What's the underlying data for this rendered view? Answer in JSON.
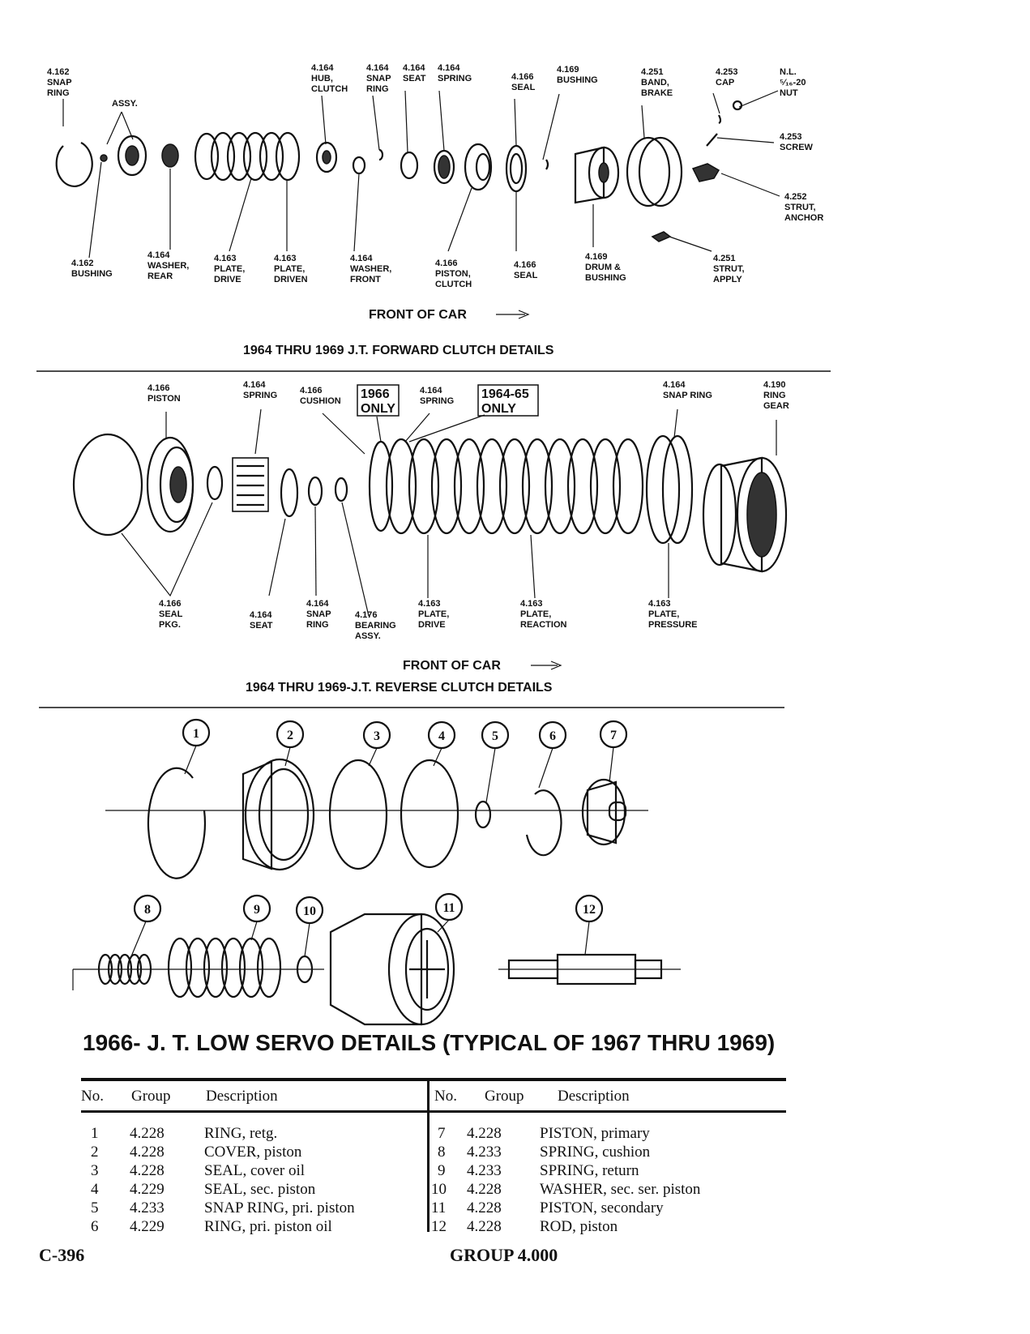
{
  "forward_clutch": {
    "caption": "1964 THRU 1969 J.T. FORWARD CLUTCH DETAILS",
    "front_of_car": "FRONT OF CAR",
    "labels_top": [
      {
        "lines": [
          "4.162",
          "SNAP",
          "RING"
        ]
      },
      {
        "lines": [
          "ASSY."
        ]
      },
      {
        "lines": [
          "4.164",
          "HUB,",
          "CLUTCH"
        ]
      },
      {
        "lines": [
          "4.164",
          "SNAP",
          "RING"
        ]
      },
      {
        "lines": [
          "4.164",
          "SEAT"
        ]
      },
      {
        "lines": [
          "4.164",
          "SPRING"
        ]
      },
      {
        "lines": [
          "4.166",
          "SEAL"
        ]
      },
      {
        "lines": [
          "4.169",
          "BUSHING"
        ]
      },
      {
        "lines": [
          "4.251",
          "BAND,",
          "BRAKE"
        ]
      },
      {
        "lines": [
          "4.253",
          "CAP"
        ]
      },
      {
        "lines": [
          "N.L.",
          "⁵⁄₁₆-20",
          "NUT"
        ]
      },
      {
        "lines": [
          "4.253",
          "SCREW"
        ]
      },
      {
        "lines": [
          "4.252",
          "STRUT,",
          "ANCHOR"
        ]
      }
    ],
    "labels_bottom": [
      {
        "lines": [
          "4.162",
          "BUSHING"
        ]
      },
      {
        "lines": [
          "4.164",
          "WASHER,",
          "REAR"
        ]
      },
      {
        "lines": [
          "4.163",
          "PLATE,",
          "DRIVE"
        ]
      },
      {
        "lines": [
          "4.163",
          "PLATE,",
          "DRIVEN"
        ]
      },
      {
        "lines": [
          "4.164",
          "WASHER,",
          "FRONT"
        ]
      },
      {
        "lines": [
          "4.166",
          "PISTON,",
          "CLUTCH"
        ]
      },
      {
        "lines": [
          "4.166",
          "SEAL"
        ]
      },
      {
        "lines": [
          "4.169",
          "DRUM &",
          "BUSHING"
        ]
      },
      {
        "lines": [
          "4.251",
          "STRUT,",
          "APPLY"
        ]
      }
    ]
  },
  "reverse_clutch": {
    "caption": "1964 THRU 1969-J.T. REVERSE CLUTCH DETAILS",
    "front_of_car": "FRONT OF CAR",
    "labels_top": [
      {
        "lines": [
          "4.166",
          "PISTON"
        ]
      },
      {
        "lines": [
          "4.164",
          "SPRING"
        ]
      },
      {
        "lines": [
          "4.166",
          "CUSHION"
        ]
      },
      {
        "lines": [
          "4.164",
          "SPRING"
        ]
      },
      {
        "lines": [
          "4.164",
          "SNAP RING"
        ]
      },
      {
        "lines": [
          "4.190",
          "RING",
          "GEAR"
        ]
      }
    ],
    "boxed": [
      {
        "lines": [
          "1966",
          "ONLY"
        ]
      },
      {
        "lines": [
          "1964-65",
          "ONLY"
        ]
      }
    ],
    "labels_bottom": [
      {
        "lines": [
          "4.166",
          "SEAL",
          "PKG."
        ]
      },
      {
        "lines": [
          "4.164",
          "SEAT"
        ]
      },
      {
        "lines": [
          "4.164",
          "SNAP",
          "RING"
        ]
      },
      {
        "lines": [
          "4.176",
          "BEARING",
          "ASSY."
        ]
      },
      {
        "lines": [
          "4.163",
          "PLATE,",
          "DRIVE"
        ]
      },
      {
        "lines": [
          "4.163",
          "PLATE,",
          "REACTION"
        ]
      },
      {
        "lines": [
          "4.163",
          "PLATE,",
          "PRESSURE"
        ]
      }
    ]
  },
  "low_servo": {
    "caption": "1966- J. T. LOW SERVO DETAILS (TYPICAL OF 1967 THRU 1969)",
    "callouts": [
      "1",
      "2",
      "3",
      "4",
      "5",
      "6",
      "7",
      "8",
      "9",
      "10",
      "11",
      "12"
    ]
  },
  "parts_table": {
    "headers": [
      "No.",
      "Group",
      "Description",
      "No.",
      "Group",
      "Description"
    ],
    "rows": [
      {
        "no_l": "1",
        "group_l": "4.228",
        "desc_l": "RING, retg.",
        "no_r": "7",
        "group_r": "4.228",
        "desc_r": "PISTON, primary"
      },
      {
        "no_l": "2",
        "group_l": "4.228",
        "desc_l": "COVER, piston",
        "no_r": "8",
        "group_r": "4.233",
        "desc_r": "SPRING, cushion"
      },
      {
        "no_l": "3",
        "group_l": "4.228",
        "desc_l": "SEAL, cover oil",
        "no_r": "9",
        "group_r": "4.233",
        "desc_r": "SPRING, return"
      },
      {
        "no_l": "4",
        "group_l": "4.229",
        "desc_l": "SEAL, sec. piston",
        "no_r": "10",
        "group_r": "4.228",
        "desc_r": "WASHER, sec. ser. piston"
      },
      {
        "no_l": "5",
        "group_l": "4.233",
        "desc_l": "SNAP RING, pri. piston",
        "no_r": "11",
        "group_r": "4.228",
        "desc_r": "PISTON, secondary"
      },
      {
        "no_l": "6",
        "group_l": "4.229",
        "desc_l": "RING, pri. piston oil",
        "no_r": "12",
        "group_r": "4.228",
        "desc_r": "ROD, piston"
      }
    ]
  },
  "footer": {
    "page": "C-396",
    "group": "GROUP 4.000"
  }
}
